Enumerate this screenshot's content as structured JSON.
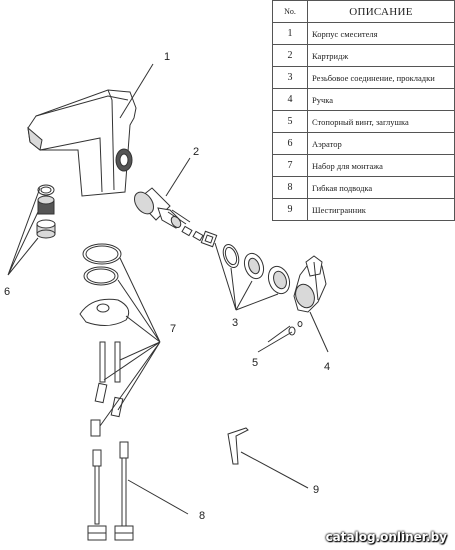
{
  "table": {
    "header_no": "No.",
    "header_desc": "ОПИСАНИЕ",
    "rows": [
      {
        "n": "1",
        "text": "Корпус смесителя"
      },
      {
        "n": "2",
        "text": "Картридж"
      },
      {
        "n": "3",
        "text": "Резьбовое соединение, прокладки"
      },
      {
        "n": "4",
        "text": "Ручка"
      },
      {
        "n": "5",
        "text": "Стопорный винт, заглушка"
      },
      {
        "n": "6",
        "text": "Аэратор"
      },
      {
        "n": "7",
        "text": "Набор для монтажа"
      },
      {
        "n": "8",
        "text": "Гибкая подводка"
      },
      {
        "n": "9",
        "text": "Шестигранник"
      }
    ]
  },
  "callouts": {
    "c1": "1",
    "c2": "2",
    "c3": "3",
    "c4": "4",
    "c5": "5",
    "c6": "6",
    "c7": "7",
    "c8": "8",
    "c9": "9"
  },
  "watermark": "catalog.onliner.by"
}
